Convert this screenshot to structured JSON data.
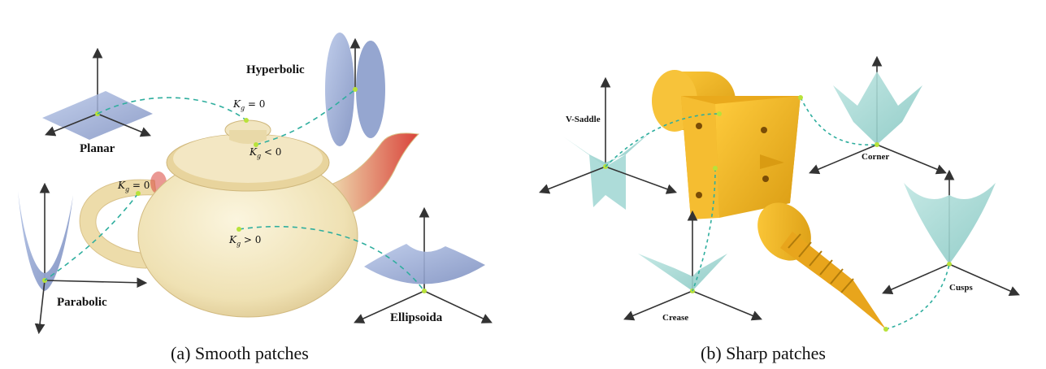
{
  "panels": {
    "smooth": {
      "caption": "(a) Smooth patches",
      "labels": {
        "planar": "Planar",
        "hyperbolic": "Hyperbolic",
        "parabolic": "Parabolic",
        "ellipsoida": "Ellipsoida"
      },
      "curvature": {
        "k_symbol": "K",
        "k_sub": "g",
        "top": "= 0",
        "lid": "< 0",
        "handle": "= 0",
        "body": "> 0"
      }
    },
    "sharp": {
      "caption": "(b) Sharp patches",
      "labels": {
        "vsaddle": "V-Saddle",
        "corner": "Corner",
        "crease": "Crease",
        "cusps": "Cusps"
      }
    }
  },
  "colors": {
    "dashed_link": "#2fae9e",
    "marker": "#b8e23a",
    "smooth_patch": "#9fb3dc",
    "sharp_patch": "#9fd6d2",
    "teapot": "#efe3bd",
    "teapot_red": "#d9433a",
    "mechanical_part": "#f2b626"
  }
}
